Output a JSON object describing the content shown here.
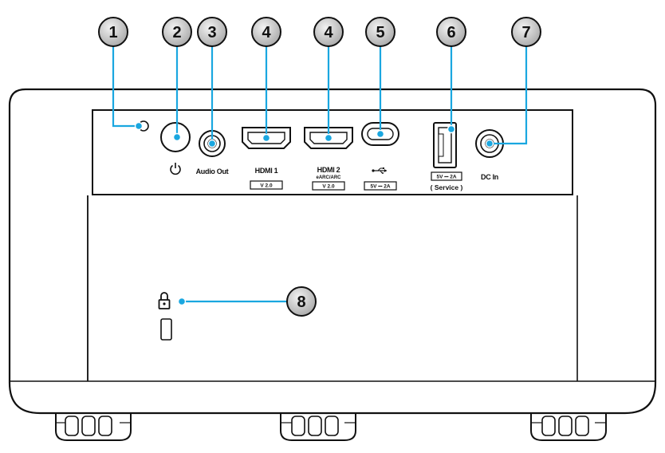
{
  "ports": {
    "hdmi1_label": "HDMI 1",
    "hdmi1_version": "V 2.0",
    "hdmi2_label": "HDMI 2",
    "hdmi2_sub": "eARC/ARC",
    "hdmi2_version": "V 2.0",
    "audio_out_label": "Audio Out",
    "usb_c_rating": "5V ⎓ 2A",
    "service_rating": "5V ⎓ 2A",
    "service_label": "( Service )",
    "dc_in_label": "DC In"
  },
  "callouts": [
    "1",
    "2",
    "3",
    "4",
    "4",
    "5",
    "6",
    "7",
    "8"
  ],
  "colors": {
    "leader_line": "#1aa7e0",
    "callout_fill": "#cfcfcf",
    "outline": "#111111"
  },
  "icons": {
    "power": "power-icon",
    "usb": "usb-icon",
    "lock": "padlock-icon"
  }
}
